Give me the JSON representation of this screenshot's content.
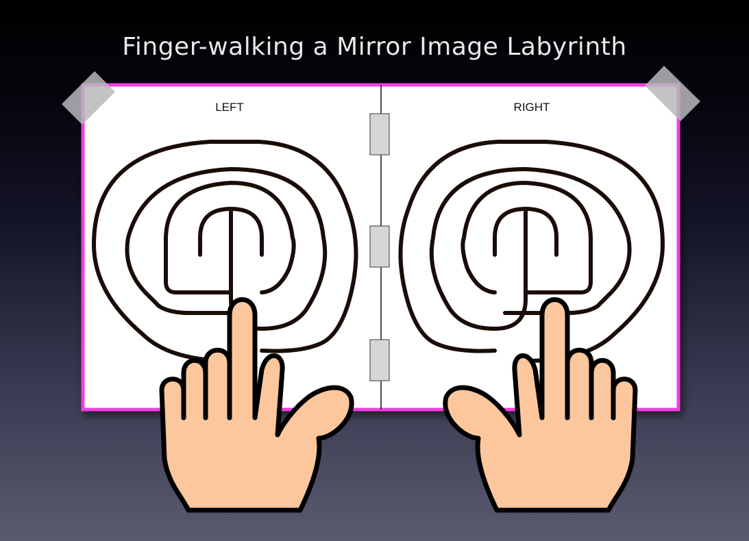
{
  "title": "Finger-walking a Mirror Image Labyrinth",
  "labels": {
    "left": "LEFT",
    "right": "RIGHT"
  },
  "colors": {
    "page_border": "#f040e0",
    "skin": "#fcc79d",
    "labyrinth_line": "#1a0c08",
    "tape": "#b8b8bc",
    "binder_clip": "#d6d6d8"
  }
}
